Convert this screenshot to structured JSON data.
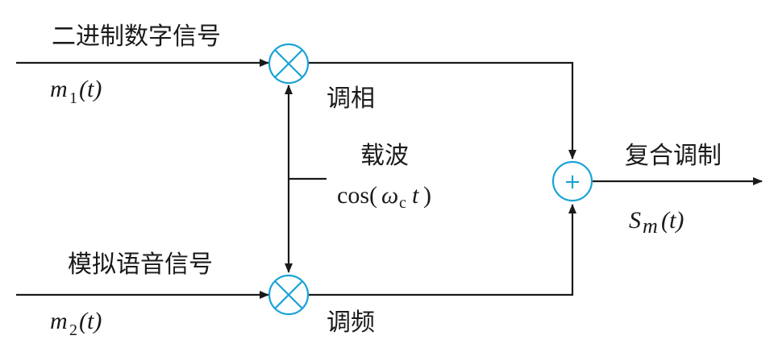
{
  "labels": {
    "binary_signal": "二进制数字信号",
    "m1": "m",
    "m1_sub": "1",
    "m1_arg": "(t)",
    "phase_mod": "调相",
    "carrier": "载波",
    "carrier_cos": "cos(",
    "carrier_omega": "ω",
    "carrier_sub": "c",
    "carrier_t": "t",
    "carrier_close": ")",
    "composite_mod": "复合调制",
    "s": "S",
    "s_sub": "m",
    "s_arg": "(t)",
    "analog_voice": "模拟语音信号",
    "m2": "m",
    "m2_sub": "2",
    "m2_arg": "(t)",
    "freq_mod": "调频",
    "plus_symbol": "+"
  },
  "colors": {
    "node_stroke": "#1aa3d6",
    "line": "#1a1a1a"
  }
}
